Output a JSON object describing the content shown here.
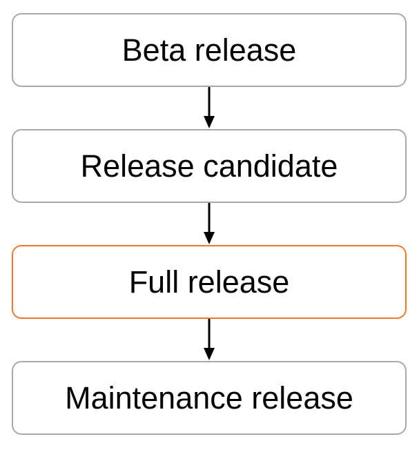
{
  "diagram": {
    "stages": [
      {
        "label": "Beta release",
        "highlighted": false
      },
      {
        "label": "Release candidate",
        "highlighted": false
      },
      {
        "label": "Full release",
        "highlighted": true
      },
      {
        "label": "Maintenance release",
        "highlighted": false
      }
    ],
    "colors": {
      "box_border": "#a8a8a8",
      "highlight_border": "#f0782a",
      "arrow": "#000000",
      "text": "#000000"
    }
  }
}
